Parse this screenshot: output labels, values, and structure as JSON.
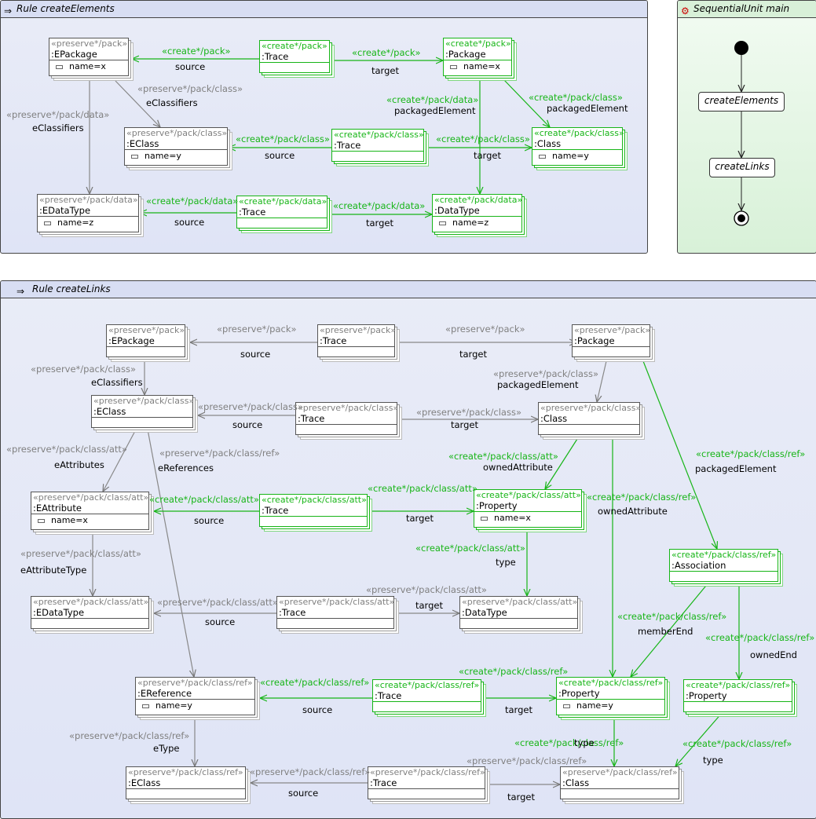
{
  "panels": {
    "create_elements": "Rule createElements",
    "sequential_unit": "SequentialUnit main",
    "create_links": "Rule createLinks"
  },
  "unit_actions": [
    "createElements",
    "createLinks"
  ],
  "nodes": [
    {
      "id": "a_epk",
      "p": "A",
      "st": "«preserve*/pack»",
      "nm": ":EPackage",
      "at": "name=x",
      "c": "s"
    },
    {
      "id": "a_tr1",
      "p": "A",
      "st": "«create*/pack»",
      "nm": ":Trace",
      "c": "g"
    },
    {
      "id": "a_pkg",
      "p": "A",
      "st": "«create*/pack»",
      "nm": ":Package",
      "at": "name=x",
      "c": "g"
    },
    {
      "id": "a_ecl",
      "p": "A",
      "st": "«preserve*/pack/class»",
      "nm": ":EClass",
      "at": "name=y",
      "c": "s"
    },
    {
      "id": "a_tr2",
      "p": "A",
      "st": "«create*/pack/class»",
      "nm": ":Trace",
      "c": "g"
    },
    {
      "id": "a_cls",
      "p": "A",
      "st": "«create*/pack/class»",
      "nm": ":Class",
      "at": "name=y",
      "c": "g"
    },
    {
      "id": "a_edt",
      "p": "A",
      "st": "«preserve*/pack/data»",
      "nm": ":EDataType",
      "at": "name=z",
      "c": "s"
    },
    {
      "id": "a_tr3",
      "p": "A",
      "st": "«create*/pack/data»",
      "nm": ":Trace",
      "c": "g"
    },
    {
      "id": "a_dt",
      "p": "A",
      "st": "«create*/pack/data»",
      "nm": ":DataType",
      "at": "name=z",
      "c": "g"
    },
    {
      "id": "b_epk",
      "p": "B",
      "st": "«preserve*/pack»",
      "nm": ":EPackage",
      "c": "s"
    },
    {
      "id": "b_tr1",
      "p": "B",
      "st": "«preserve*/pack»",
      "nm": ":Trace",
      "c": "s"
    },
    {
      "id": "b_pkg",
      "p": "B",
      "st": "«preserve*/pack»",
      "nm": ":Package",
      "c": "s"
    },
    {
      "id": "b_ecl",
      "p": "B",
      "st": "«preserve*/pack/class»",
      "nm": ":EClass",
      "c": "s"
    },
    {
      "id": "b_tr2",
      "p": "B",
      "st": "«preserve*/pack/class»",
      "nm": ":Trace",
      "c": "s"
    },
    {
      "id": "b_cls",
      "p": "B",
      "st": "«preserve*/pack/class»",
      "nm": ":Class",
      "c": "s"
    },
    {
      "id": "b_eatt",
      "p": "B",
      "st": "«preserve*/pack/class/att»",
      "nm": ":EAttribute",
      "at": "name=x",
      "c": "s"
    },
    {
      "id": "b_tr3",
      "p": "B",
      "st": "«create*/pack/class/att»",
      "nm": ":Trace",
      "c": "g"
    },
    {
      "id": "b_prop1",
      "p": "B",
      "st": "«create*/pack/class/att»",
      "nm": ":Property",
      "at": "name=x",
      "c": "g"
    },
    {
      "id": "b_assoc",
      "p": "B",
      "st": "«create*/pack/class/ref»",
      "nm": ":Association",
      "c": "g"
    },
    {
      "id": "b_edt",
      "p": "B",
      "st": "«preserve*/pack/class/att»",
      "nm": ":EDataType",
      "c": "s"
    },
    {
      "id": "b_tr4",
      "p": "B",
      "st": "«preserve*/pack/class/att»",
      "nm": ":Trace",
      "c": "s"
    },
    {
      "id": "b_dt",
      "p": "B",
      "st": "«preserve*/pack/class/att»",
      "nm": ":DataType",
      "c": "s"
    },
    {
      "id": "b_eref",
      "p": "B",
      "st": "«preserve*/pack/class/ref»",
      "nm": ":EReference",
      "at": "name=y",
      "c": "s"
    },
    {
      "id": "b_tr5",
      "p": "B",
      "st": "«create*/pack/class/ref»",
      "nm": ":Trace",
      "c": "g"
    },
    {
      "id": "b_prop2",
      "p": "B",
      "st": "«create*/pack/class/ref»",
      "nm": ":Property",
      "at": "name=y",
      "c": "g"
    },
    {
      "id": "b_prop3",
      "p": "B",
      "st": "«create*/pack/class/ref»",
      "nm": ":Property",
      "c": "g"
    },
    {
      "id": "b_ecl2",
      "p": "B",
      "st": "«preserve*/pack/class/ref»",
      "nm": ":EClass",
      "c": "s"
    },
    {
      "id": "b_tr6",
      "p": "B",
      "st": "«preserve*/pack/class/ref»",
      "nm": ":Trace",
      "c": "s"
    },
    {
      "id": "b_cls2",
      "p": "B",
      "st": "«preserve*/pack/class/ref»",
      "nm": ":Class",
      "c": "s"
    }
  ],
  "edges": [
    {
      "st": "«create*/pack»",
      "role": "source",
      "c": "g"
    },
    {
      "st": "«create*/pack»",
      "role": "target",
      "c": "g"
    },
    {
      "st": "«preserve*/pack/class»",
      "role": "eClassifiers",
      "c": "s"
    },
    {
      "st": "«preserve*/pack/data»",
      "role": "eClassifiers",
      "c": "s"
    },
    {
      "st": "«create*/pack/data»",
      "role": "packagedElement",
      "c": "g"
    },
    {
      "st": "«create*/pack/class»",
      "role": "packagedElement",
      "c": "g"
    },
    {
      "st": "«create*/pack/class»",
      "role": "source",
      "c": "g"
    },
    {
      "st": "«create*/pack/class»",
      "role": "target",
      "c": "g"
    },
    {
      "st": "«create*/pack/data»",
      "role": "source",
      "c": "g"
    },
    {
      "st": "«create*/pack/data»",
      "role": "target",
      "c": "g"
    },
    {
      "st": "«preserve*/pack»",
      "role": "source",
      "c": "s"
    },
    {
      "st": "«preserve*/pack»",
      "role": "target",
      "c": "s"
    },
    {
      "st": "«preserve*/pack/class»",
      "role": "eClassifiers",
      "c": "s"
    },
    {
      "st": "«preserve*/pack/class»",
      "role": "packagedElement",
      "c": "s"
    },
    {
      "st": "«preserve*/pack/class»",
      "role": "source",
      "c": "s"
    },
    {
      "st": "«preserve*/pack/class»",
      "role": "target",
      "c": "s"
    },
    {
      "st": "«preserve*/pack/class/att»",
      "role": "eAttributes",
      "c": "s"
    },
    {
      "st": "«preserve*/pack/class/ref»",
      "role": "eReferences",
      "c": "s"
    },
    {
      "st": "«create*/pack/class/att»",
      "role": "ownedAttribute",
      "c": "g"
    },
    {
      "st": "«create*/pack/class/ref»",
      "role": "packagedElement",
      "c": "g"
    },
    {
      "st": "«create*/pack/class/att»",
      "role": "source",
      "c": "g"
    },
    {
      "st": "«create*/pack/class/att»",
      "role": "target",
      "c": "g"
    },
    {
      "st": "«create*/pack/class/ref»",
      "role": "ownedAttribute",
      "c": "g"
    },
    {
      "st": "«create*/pack/class/att»",
      "role": "type",
      "c": "g"
    },
    {
      "st": "«preserve*/pack/class/att»",
      "role": "eAttributeType",
      "c": "s"
    },
    {
      "st": "«preserve*/pack/class/att»",
      "role": "source",
      "c": "s"
    },
    {
      "st": "«preserve*/pack/class/att»",
      "role": "target",
      "c": "s"
    },
    {
      "st": "«create*/pack/class/ref»",
      "role": "memberEnd",
      "c": "g"
    },
    {
      "st": "«create*/pack/class/ref»",
      "role": "ownedEnd",
      "c": "g"
    },
    {
      "st": "«create*/pack/class/ref»",
      "role": "source",
      "c": "g"
    },
    {
      "st": "«create*/pack/class/ref»",
      "role": "target",
      "c": "g"
    },
    {
      "st": "«preserve*/pack/class/ref»",
      "role": "eType",
      "c": "s"
    },
    {
      "st": "«create*/pack/class/ref»",
      "role": "type",
      "c": "g"
    },
    {
      "st": "«create*/pack/class/ref»",
      "role": "type",
      "c": "g"
    },
    {
      "st": "«preserve*/pack/class/ref»",
      "role": "source",
      "c": "s"
    },
    {
      "st": "«preserve*/pack/class/ref»",
      "role": "target",
      "c": "s"
    }
  ],
  "colors": {
    "create": "#17b517",
    "preserve": "#808080",
    "panel_blue": "#dfe4f6",
    "panel_green": "#d8f1d8"
  }
}
